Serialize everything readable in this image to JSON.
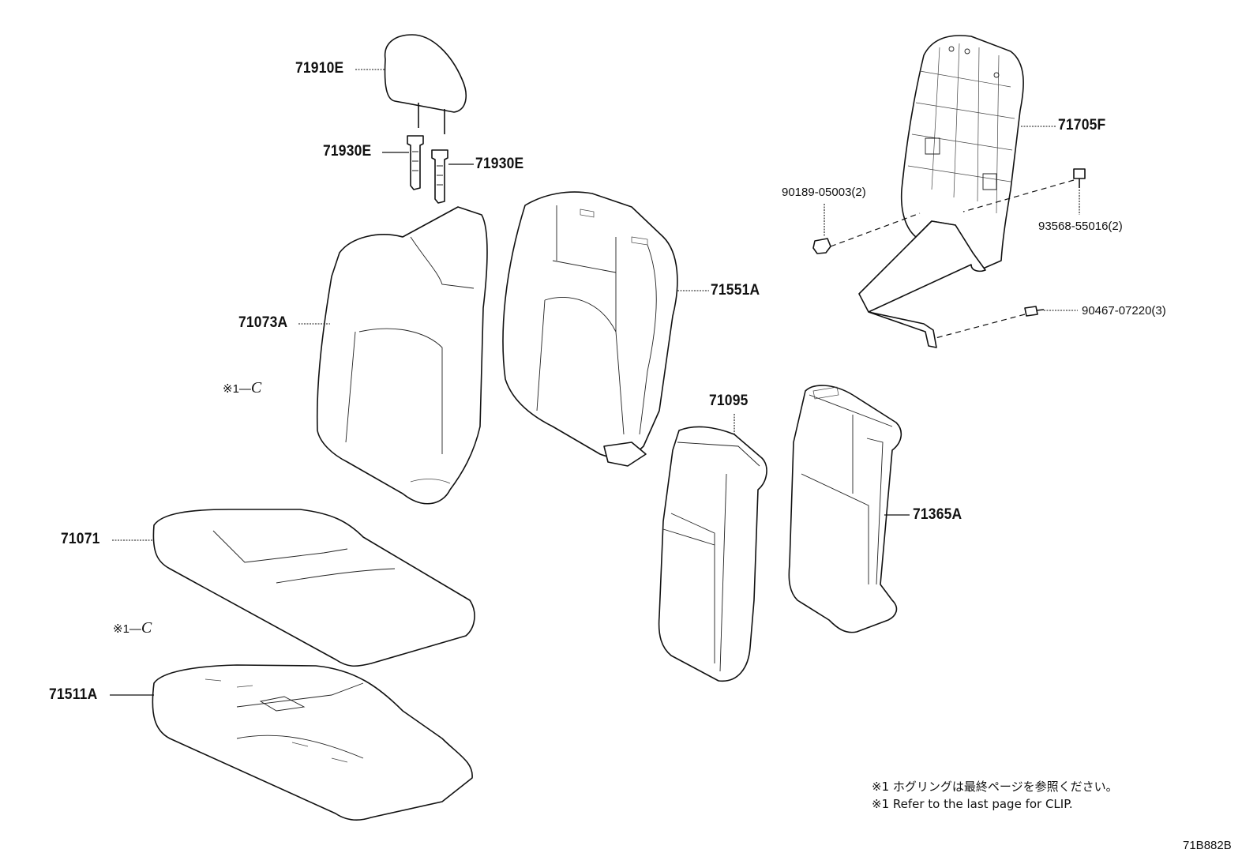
{
  "parts": {
    "headrest": "71910E",
    "guide_left": "71930E",
    "guide_right": "71930E",
    "seatback_pad": "71073A",
    "seatback_cover": "71551A",
    "back_board": "71705F",
    "clip_a": "90189-05003(2)",
    "screw": "93568-55016(2)",
    "clip_b": "90467-07220(3)",
    "cushion_pad": "71071",
    "cushion_cover": "71511A",
    "armrest_pad": "71095",
    "armrest_cover": "71365A"
  },
  "clip_refs": {
    "ref1_mark": "※1",
    "ref1_letter": "C",
    "ref2_mark": "※1",
    "ref2_letter": "C"
  },
  "notes": {
    "japanese": "※1 ホグリングは最終ページを参照ください。",
    "english": "※1 Refer to the last page for CLIP."
  },
  "diagram_code": "71B882B"
}
